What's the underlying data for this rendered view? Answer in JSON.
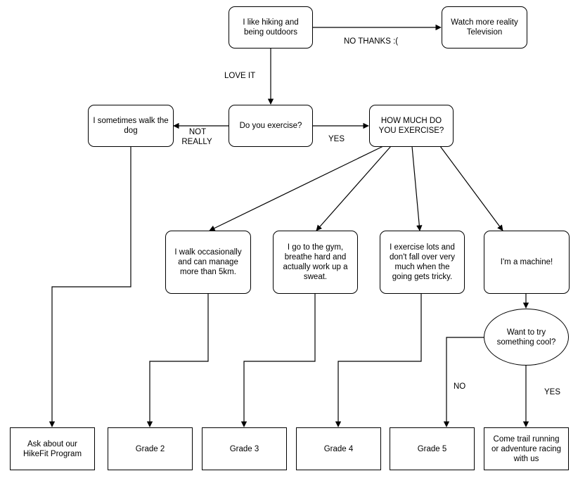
{
  "nodes": {
    "hiking": "I like hiking and being outdoors",
    "reality_tv": "Watch more reality Television",
    "exercise_q": "Do you exercise?",
    "walk_dog": "I sometimes walk the dog",
    "how_much": "HOW MUCH DO YOU EXERCISE?",
    "walk_occasionally": "I walk occasionally and can manage more than 5km.",
    "gym": "I go to the gym, breathe hard and actually work up a sweat.",
    "exercise_lots": "I exercise lots and don't fall over very much when the going gets tricky.",
    "machine": "I'm a machine!",
    "try_cool": "Want to try something cool?",
    "hikefit": "Ask about our HikeFit Program",
    "grade2": "Grade 2",
    "grade3": "Grade 3",
    "grade4": "Grade 4",
    "grade5": "Grade 5",
    "trail_running": "Come trail running or adventure racing with us"
  },
  "edge_labels": {
    "no_thanks": "NO THANKS :(",
    "love_it": "LOVE IT",
    "not_really_1": "NOT",
    "not_really_2": "REALLY",
    "yes_exercise": "YES",
    "no_cool": "NO",
    "yes_cool": "YES"
  }
}
